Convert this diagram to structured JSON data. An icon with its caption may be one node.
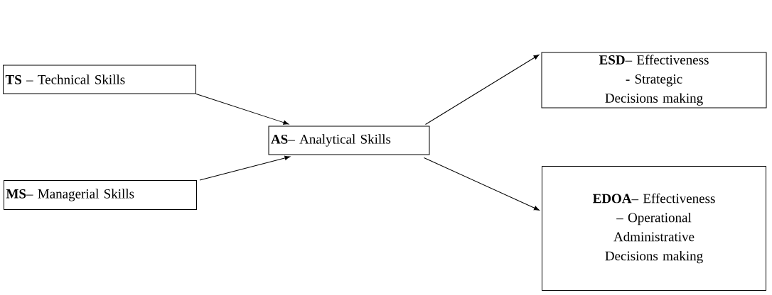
{
  "diagram": {
    "nodes": [
      {
        "text": [
          "**TS** – Technical Skills"
        ]
      },
      {
        "text": [
          "**MS**– Managerial Skills"
        ]
      },
      {
        "text": [
          "**AS**– Analytical Skills"
        ]
      },
      {
        "text": [
          "**ESD**– Effectiveness - Strategic Decisions making"
        ]
      },
      {
        "text": [
          "**EDOA**– Effectiveness – Operational Administrative Decisions making"
        ]
      }
    ],
    "edges": [
      {
        "from": 0,
        "to": 2,
        "arrow": "to"
      },
      {
        "from": 1,
        "to": 2,
        "arrow": "to"
      },
      {
        "from": 2,
        "to": 3,
        "arrow": "to"
      },
      {
        "from": 2,
        "to": 4,
        "arrow": "to"
      }
    ]
  }
}
